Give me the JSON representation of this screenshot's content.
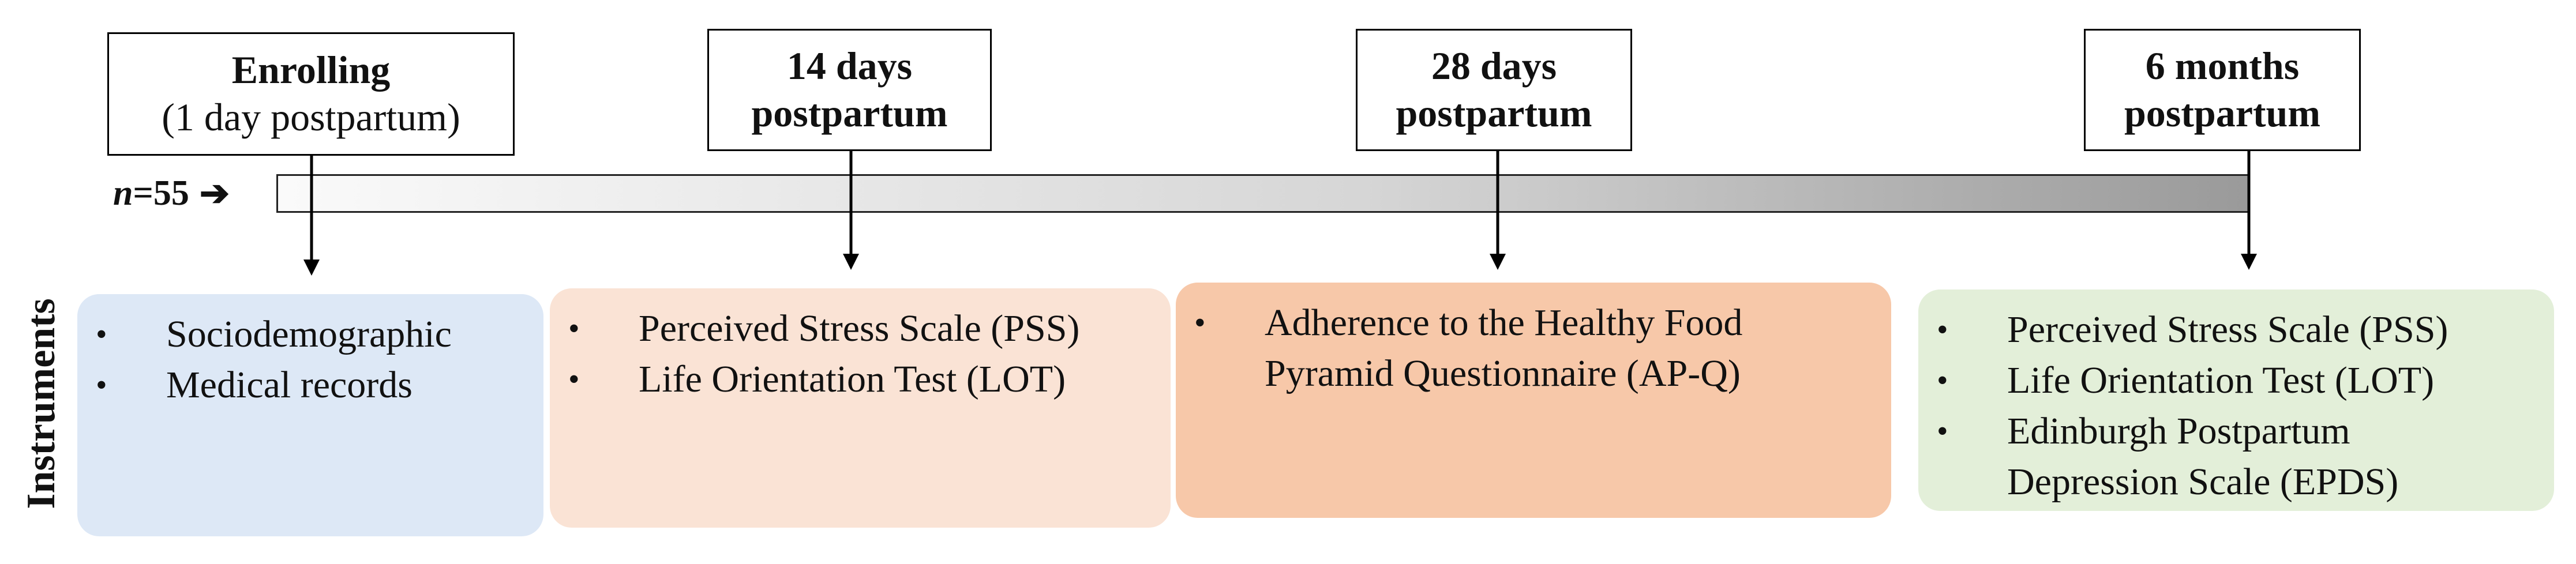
{
  "milestones": [
    {
      "title": "Enrolling",
      "subtitle": "(1 day postpartum)"
    },
    {
      "title": "14 days",
      "subtitle": "postpartum"
    },
    {
      "title": "28 days",
      "subtitle": "postpartum"
    },
    {
      "title": "6 months",
      "subtitle": "postpartum"
    }
  ],
  "cohort": {
    "variable": "n",
    "equals_value": "=55",
    "arrow": "➔"
  },
  "instruments_label": "Instruments",
  "bullet": "•",
  "instrument_groups": [
    {
      "items": [
        [
          "Sociodemographic"
        ],
        [
          "Medical records"
        ]
      ]
    },
    {
      "items": [
        [
          "Perceived Stress Scale (PSS)"
        ],
        [
          "Life Orientation Test (LOT)"
        ]
      ]
    },
    {
      "items": [
        [
          "Adherence to the Healthy Food",
          "Pyramid Questionnaire (AP-Q)"
        ]
      ]
    },
    {
      "items": [
        [
          "Perceived Stress Scale (PSS)"
        ],
        [
          "Life Orientation Test (LOT)"
        ],
        [
          "Edinburgh Postpartum",
          "Depression Scale (EPDS)"
        ]
      ]
    }
  ],
  "colors": {
    "enrolling_box": "#dde8f6",
    "day14_box": "#fae3d5",
    "day28_box": "#f7c8a9",
    "month6_box": "#e3efd9"
  }
}
